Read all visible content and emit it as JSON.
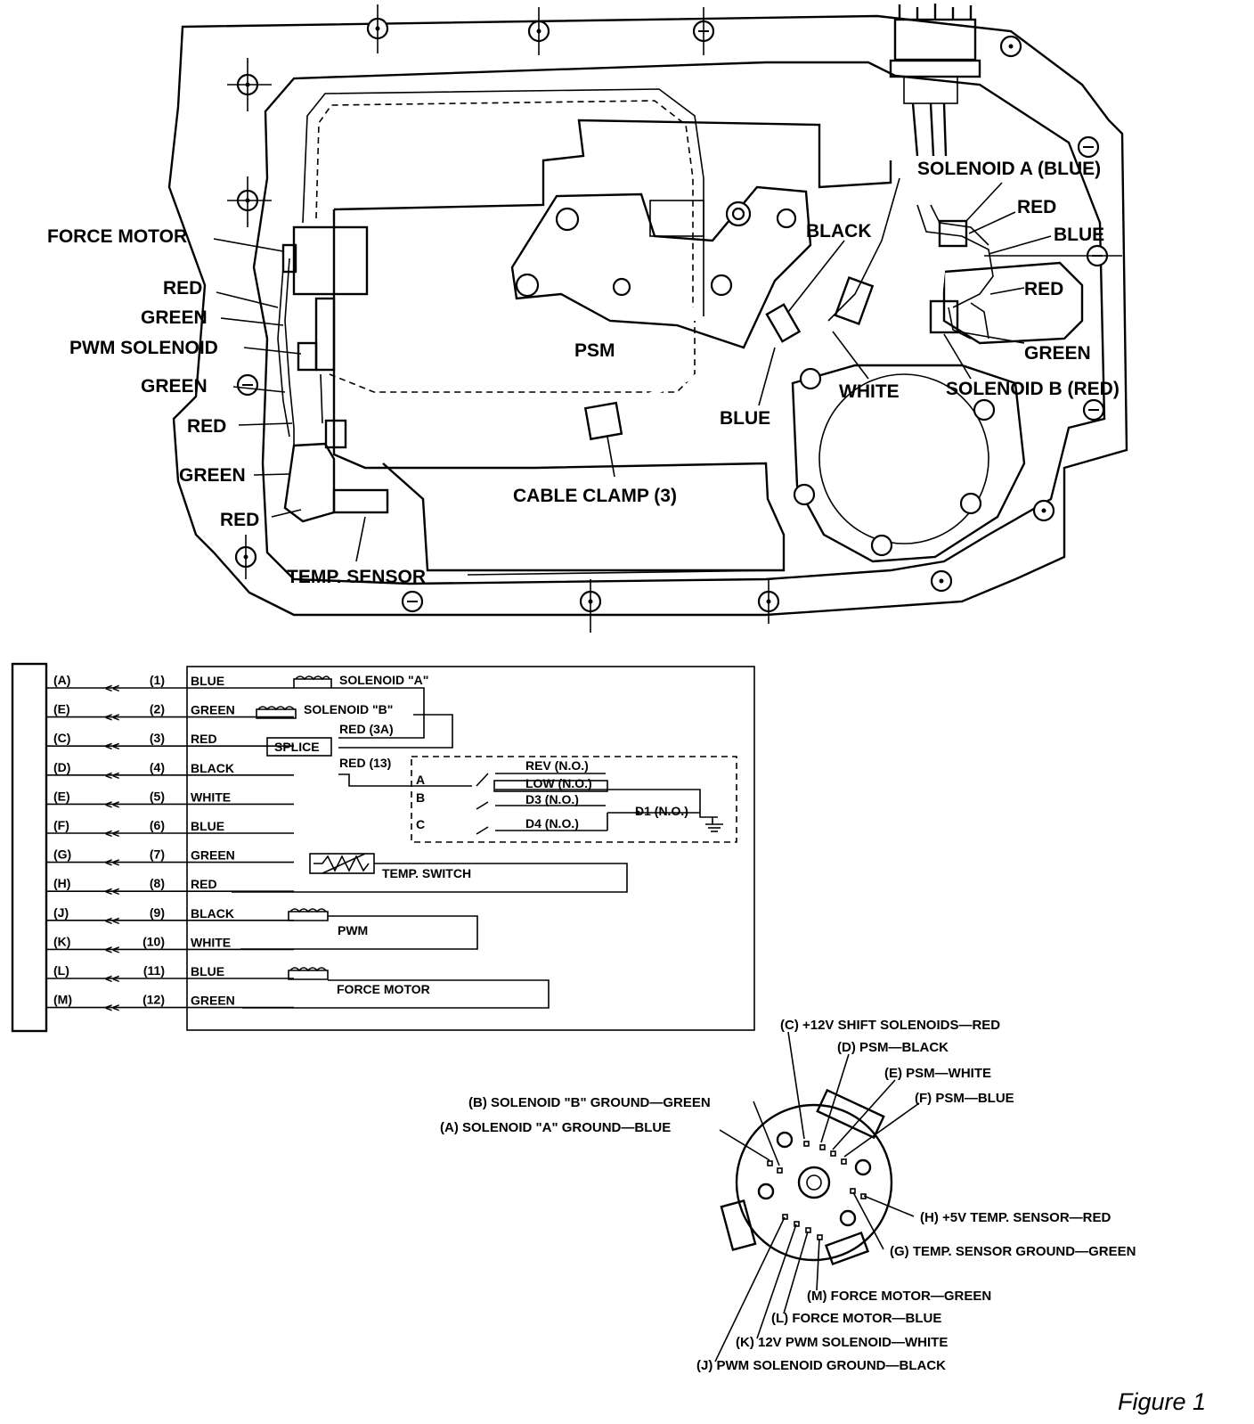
{
  "figure_caption": "Figure 1",
  "component_labels": {
    "force_motor": "FORCE MOTOR",
    "red_1": "RED",
    "green_1": "GREEN",
    "pwm_solenoid": "PWM SOLENOID",
    "green_2": "GREEN",
    "red_2": "RED",
    "green_3": "GREEN",
    "red_3": "RED",
    "temp_sensor": "TEMP. SENSOR",
    "cable_clamp": "CABLE CLAMP (3)",
    "psm": "PSM",
    "black": "BLACK",
    "blue_bottom": "BLUE",
    "white": "WHITE",
    "solenoid_a": "SOLENOID A (BLUE)",
    "red_a": "RED",
    "blue_a": "BLUE",
    "red_b": "RED",
    "green_b": "GREEN",
    "solenoid_b": "SOLENOID B (RED)"
  },
  "schematic": {
    "rows": [
      {
        "pin": "(A)",
        "num": "(1)",
        "wire": "BLUE"
      },
      {
        "pin": "(E)",
        "num": "(2)",
        "wire": "GREEN"
      },
      {
        "pin": "(C)",
        "num": "(3)",
        "wire": "RED"
      },
      {
        "pin": "(D)",
        "num": "(4)",
        "wire": "BLACK"
      },
      {
        "pin": "(E)",
        "num": "(5)",
        "wire": "WHITE"
      },
      {
        "pin": "(F)",
        "num": "(6)",
        "wire": "BLUE"
      },
      {
        "pin": "(G)",
        "num": "(7)",
        "wire": "GREEN"
      },
      {
        "pin": "(H)",
        "num": "(8)",
        "wire": "RED"
      },
      {
        "pin": "(J)",
        "num": "(9)",
        "wire": "BLACK"
      },
      {
        "pin": "(K)",
        "num": "(10)",
        "wire": "WHITE"
      },
      {
        "pin": "(L)",
        "num": "(11)",
        "wire": "BLUE"
      },
      {
        "pin": "(M)",
        "num": "(12)",
        "wire": "GREEN"
      }
    ],
    "arrow": "<<",
    "labels": {
      "solenoid_a": "SOLENOID \"A\"",
      "solenoid_b": "SOLENOID \"B\"",
      "red_3a": "RED (3A)",
      "splice": "SPLICE",
      "red_13": "RED (13)",
      "rev": "REV (N.O.)",
      "low": "LOW (N.O.)",
      "d3": "D3 (N.O.)",
      "d4": "D4 (N.O.)",
      "d1": "D1 (N.O.)",
      "sw_a": "A",
      "sw_b": "B",
      "sw_c": "C",
      "temp_switch": "TEMP. SWITCH",
      "pwm": "PWM",
      "force_motor": "FORCE MOTOR"
    }
  },
  "connector_pins": {
    "c": "(C) +12V SHIFT SOLENOIDS—RED",
    "d": "(D) PSM—BLACK",
    "e": "(E) PSM—WHITE",
    "f": "(F) PSM—BLUE",
    "b": "(B) SOLENOID \"B\" GROUND—GREEN",
    "a": "(A) SOLENOID \"A\" GROUND—BLUE",
    "h": "(H) +5V TEMP. SENSOR—RED",
    "g": "(G) TEMP. SENSOR GROUND—GREEN",
    "m": "(M) FORCE MOTOR—GREEN",
    "l": "(L) FORCE MOTOR—BLUE",
    "k": "(K) 12V PWM SOLENOID—WHITE",
    "j": "(J) PWM SOLENOID GROUND—BLACK"
  }
}
